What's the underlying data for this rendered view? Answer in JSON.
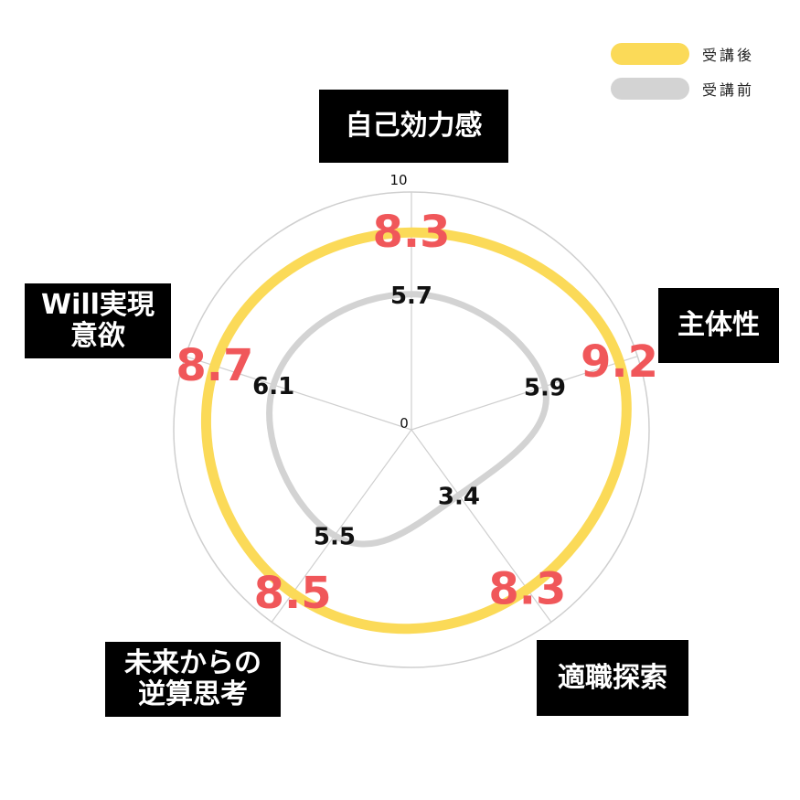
{
  "legend": [
    {
      "label": "受講後",
      "color": "#FBDA58"
    },
    {
      "label": "受講前",
      "color": "#D3D3D3"
    }
  ],
  "axis_labels": [
    "自己効力感",
    "主体性",
    "適職探索",
    "未来からの\n逆算思考",
    "Will実現\n意欲"
  ],
  "chart_data": {
    "type": "radar",
    "title": "",
    "categories": [
      "自己効力感",
      "主体性",
      "適職探索",
      "未来からの逆算思考",
      "Will実現意欲"
    ],
    "series": [
      {
        "name": "受講後",
        "values": [
          8.3,
          9.2,
          8.3,
          8.5,
          8.7
        ],
        "color": "#FBDA58",
        "label_color": "#F0575A"
      },
      {
        "name": "受講前",
        "values": [
          5.7,
          5.9,
          3.4,
          5.5,
          6.1
        ],
        "color": "#D3D3D3",
        "label_color": "#111111"
      }
    ],
    "rlim": [
      0,
      10
    ],
    "r_tick_labels": [
      "0",
      "10"
    ],
    "grid": true,
    "smooth": true,
    "legend_position": "top-right"
  }
}
